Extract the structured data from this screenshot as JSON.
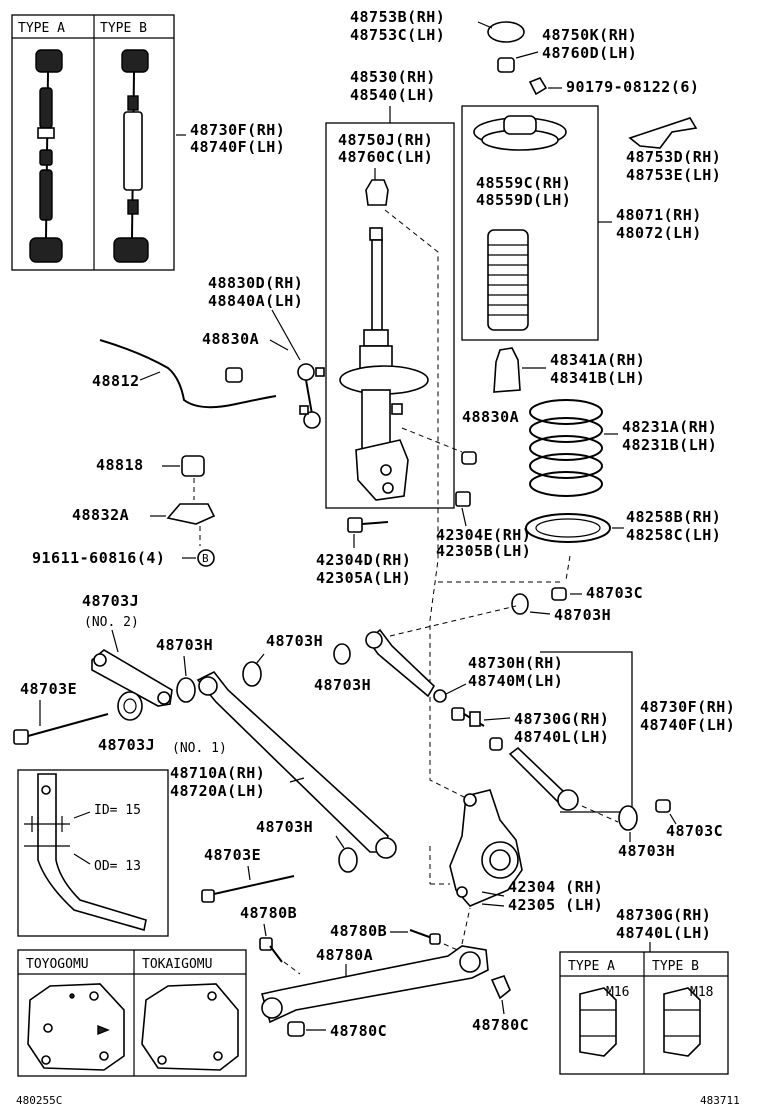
{
  "labels": {
    "p48753": [
      "48753B(RH)",
      "48753C(LH)"
    ],
    "p48750K": [
      "48750K(RH)",
      "48760D(LH)"
    ],
    "p90179": "90179-08122(6)",
    "p48530": [
      "48530(RH)",
      "48540(LH)"
    ],
    "p48730F_top": [
      "48730F(RH)",
      "48740F(LH)"
    ],
    "p48750J": [
      "48750J(RH)",
      "48760C(LH)"
    ],
    "p48753D": [
      "48753D(RH)",
      "48753E(LH)"
    ],
    "p48559": [
      "48559C(RH)",
      "48559D(LH)"
    ],
    "p48071": [
      "48071(RH)",
      "48072(LH)"
    ],
    "p48830D": [
      "48830D(RH)",
      "48840A(LH)"
    ],
    "p48830A_l": "48830A",
    "p48812": "48812",
    "p48341": [
      "48341A(RH)",
      "48341B(LH)"
    ],
    "p48830A_r": "48830A",
    "p48231": [
      "48231A(RH)",
      "48231B(LH)"
    ],
    "p48818": "48818",
    "p48832A": "48832A",
    "p91611": "91611-60816(4)",
    "p42304E": [
      "42304E(RH)",
      "42305B(LH)"
    ],
    "p48258": [
      "48258B(RH)",
      "48258C(LH)"
    ],
    "p42304D": [
      "42304D(RH)",
      "42305A(LH)"
    ],
    "p48703C_top": "48703C",
    "p48703J": "48703J",
    "p_no2": "(NO. 2)",
    "p48703H_top": "48703H",
    "p48703H_a": "48703H",
    "p48703H_b": "48703H",
    "p48703H_c": "48703H",
    "p48730H": [
      "48730H(RH)",
      "48740M(LH)"
    ],
    "p48703E_l": "48703E",
    "p48730F_mid": [
      "48730F(RH)",
      "48740F(LH)"
    ],
    "p48730G_mid": [
      "48730G(RH)",
      "48740L(LH)"
    ],
    "p48703J_b": "48703J",
    "p_no1": "(NO. 1)",
    "p48710A": [
      "48710A(RH)",
      "48720A(LH)"
    ],
    "id_label": "ID= 15",
    "od_label": "OD= 13",
    "p48703H_d": "48703H",
    "p48703C_r": "48703C",
    "p48703H_e": "48703H",
    "p48703E_b": "48703E",
    "p42304": [
      "42304 (RH)",
      "42305 (LH)"
    ],
    "p48780B_l": "48780B",
    "p48780B_r": "48780B",
    "p48730G_bot": [
      "48730G(RH)",
      "48740L(LH)"
    ],
    "p48780A": "48780A",
    "p48780C_l": "48780C",
    "p48780C_r": "48780C",
    "circle_b": "B",
    "type_a": "TYPE A",
    "type_b": "TYPE B",
    "toyogomu": "TOYOGOMU",
    "tokaigomu": "TOKAIGOMU",
    "m16": "M16",
    "m18": "M18",
    "code_left": "480255C",
    "code_right": "483711"
  }
}
